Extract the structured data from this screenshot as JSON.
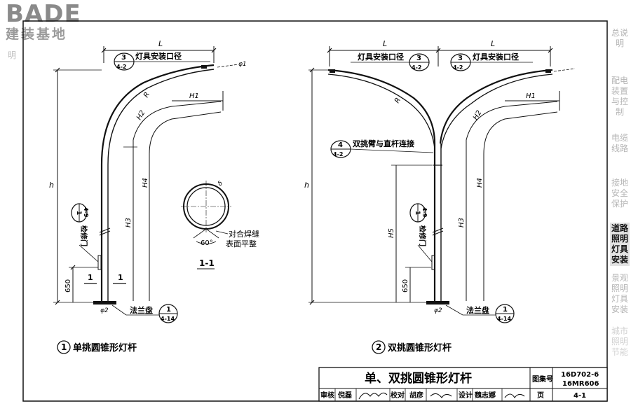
{
  "logo": {
    "brand": "BADE",
    "subtitle": "建装基地"
  },
  "sidebar": {
    "items": [
      {
        "label": "总说明",
        "state": "normal"
      },
      {
        "label": "配电装置与控制",
        "state": "normal"
      },
      {
        "label": "电缆线路",
        "state": "normal"
      },
      {
        "label": "接地安全保护",
        "state": "normal"
      },
      {
        "label": "道路照明灯具安装",
        "state": "active"
      },
      {
        "label": "景观照明灯具安装",
        "state": "normal"
      },
      {
        "label": "城市照明节能",
        "state": "ghost"
      }
    ]
  },
  "left_edge": {
    "partial_text": "明"
  },
  "drawing1": {
    "dim_L": "L",
    "lamp_ref": {
      "num": "3",
      "sheet": "4-2",
      "text": "灯具安装口径"
    },
    "dim_H1": "H1",
    "dim_H2": "H2",
    "dim_H3": "H3",
    "dim_H4": "H4",
    "dim_h": "h",
    "dim_R": "R",
    "dim_phi1": "φ1",
    "dim_phi2": "φ2",
    "dim_650": "650",
    "door_ref": {
      "num": "1",
      "sheet": "4-9",
      "text": "检修门"
    },
    "flange_ref": {
      "num": "1",
      "sheet": "4-14",
      "text": "法兰盘"
    },
    "section_mark": "1",
    "caption_num": "1",
    "caption": "单挑圆锥形灯杆"
  },
  "section": {
    "label": "1-1",
    "angle": "60°",
    "note1": "对合焊缝",
    "note2": "表面平整",
    "dim_delta": "δ"
  },
  "drawing2": {
    "dim_L": "L",
    "lamp_ref": {
      "num": "3",
      "sheet": "4-2",
      "text": "灯具安装口径"
    },
    "joint_ref": {
      "num": "4",
      "sheet": "4-2",
      "text": "双挑臂与直杆连接"
    },
    "dim_H1": "H1",
    "dim_H2": "H2",
    "dim_H3": "H3",
    "dim_H4": "H4",
    "dim_H5": "H5",
    "dim_h": "h",
    "dim_R": "R",
    "dim_phi2": "φ2",
    "dim_650": "650",
    "door_ref": {
      "num": "1",
      "sheet": "4-9",
      "text": "检修门"
    },
    "flange_ref": {
      "num": "1",
      "sheet": "4-14",
      "text": "法兰盘"
    },
    "caption_num": "2",
    "caption": "双挑圆锥形灯杆"
  },
  "titleblock": {
    "title": "单、双挑圆锥形灯杆",
    "atlas_label": "图集号",
    "atlas_no1": "16D702-6",
    "atlas_no2": "16MR606",
    "review_label": "审核",
    "reviewer": "倪磊",
    "check_label": "校对",
    "checker": "胡彦",
    "design_label": "设计",
    "designer": "魏志娜",
    "page_label": "页",
    "page_no": "4-1"
  }
}
